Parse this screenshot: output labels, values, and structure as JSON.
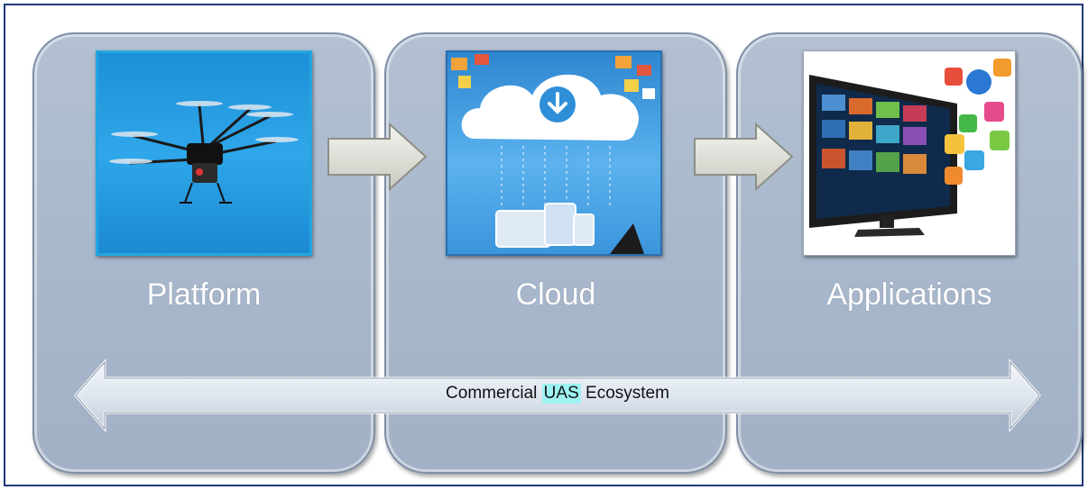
{
  "stages": [
    {
      "label": "Platform",
      "image": "drone-photo"
    },
    {
      "label": "Cloud",
      "image": "cloud-devices-illustration"
    },
    {
      "label": "Applications",
      "image": "tv-apps-illustration"
    }
  ],
  "ecosystem": {
    "prefix": "Commercial",
    "highlight": "UAS",
    "suffix": "Ecosystem"
  },
  "colors": {
    "panel": "#a8b7cb",
    "frame_border": "#1f3a78",
    "highlight": "#9ff2f2"
  }
}
